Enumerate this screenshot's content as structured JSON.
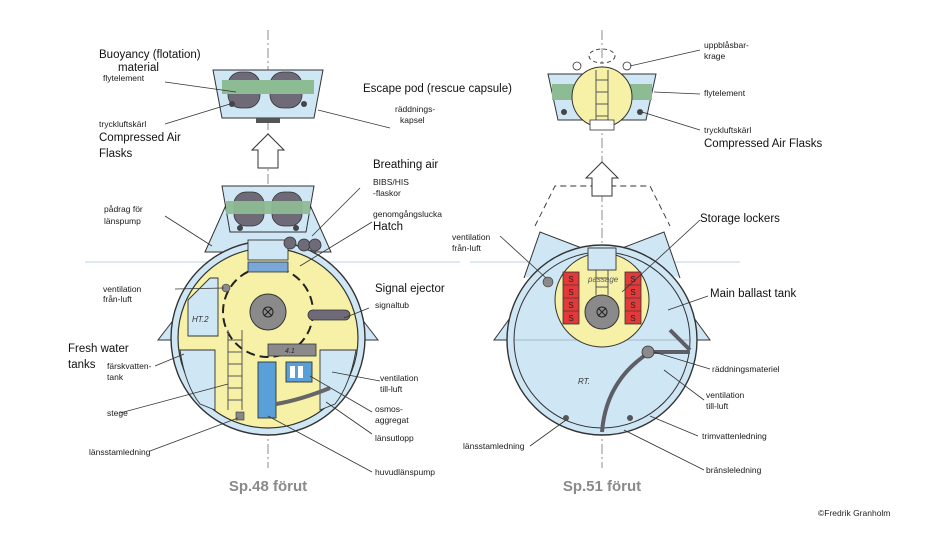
{
  "colors": {
    "hull": "#cfe6f5",
    "hull_light": "#e6f2fb",
    "interior": "#f7f1a8",
    "float": "#8dbb94",
    "flask": "#6e6a78",
    "lockers": "#e23a3a",
    "outline": "#333333"
  },
  "left_view": {
    "title": "Sp.48 förut",
    "labels": {
      "buoyancy_en": "Buoyancy (flotation)",
      "material_en": "material",
      "flytelement": "flytelement",
      "tryckluftskarl": "tryckluftskärl",
      "compressed_1": "Compressed Air",
      "compressed_2": "Flasks",
      "padrag_1": "pådrag för",
      "padrag_2": "länspump",
      "breathing_air": "Breathing air",
      "bibs_1": "BIBS/HIS",
      "bibs_2": "-flaskor",
      "genomgangslucka": "genomgångslucka",
      "hatch": "Hatch",
      "ventilation_1": "ventilation",
      "ventilation_2": "från-luft",
      "signal_ejector": "Signal ejector",
      "signaltub": "signaltub",
      "fresh_1": "Fresh water",
      "fresh_2": "tanks",
      "farsk_1": "färskvatten-",
      "farsk_2": "tank",
      "ventilation_till_1": "ventilation",
      "ventilation_till_2": "till-luft",
      "stege": "stege",
      "osmos_1": "osmos-",
      "osmos_2": "aggregat",
      "lansutlopp": "länsutlopp",
      "lansstamledning": "länsstamledning",
      "huvudlanspump": "huvudlänspump",
      "ht2": "HT.2",
      "tank_41": "4.1"
    }
  },
  "center": {
    "escape_pod": "Escape pod (rescue capsule)",
    "raddnings_1": "räddnings-",
    "raddnings_2": "kapsel"
  },
  "right_view": {
    "title": "Sp.51 förut",
    "labels": {
      "uppblasbar_1": "uppblåsbar-",
      "uppblasbar_2": "krage",
      "flytelement": "flytelement",
      "tryckluftskarl": "tryckluftskärl",
      "compressed": "Compressed Air Flasks",
      "storage_lockers": "Storage lockers",
      "main_ballast": "Main ballast tank",
      "ventilation_1": "ventilation",
      "ventilation_2": "från-luft",
      "raddningsmateriel": "räddningsmateriel",
      "ventilation_till_1": "ventilation",
      "ventilation_till_2": "till-luft",
      "trimvattenledning": "trimvattenledning",
      "lansstamledning": "länsstamledning",
      "bransleledning": "bränsleledning",
      "passage": "passage",
      "rt": "RT.",
      "locker_letter": "S"
    }
  },
  "credit": "©Fredrik Granholm"
}
